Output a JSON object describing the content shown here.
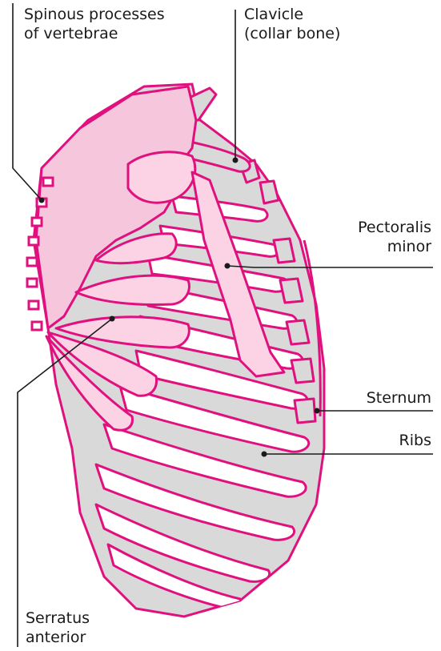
{
  "labels": {
    "spinous": {
      "line1": "Spinous processes",
      "line2": "of vertebrae"
    },
    "clavicle": {
      "line1": "Clavicle",
      "line2": "(collar bone)"
    },
    "pectoralis": {
      "line1": "Pectoralis",
      "line2": "minor"
    },
    "sternum": {
      "line1": "Sternum"
    },
    "ribs": {
      "line1": "Ribs"
    },
    "serratus": {
      "line1": "Serratus",
      "line2": "anterior"
    }
  },
  "colors": {
    "outline": "#e0117f",
    "bone": "#d9d9d9",
    "muscle_fill": "#fbd3e5",
    "scapula_fill": "#f6c6dc",
    "leader": "#1a1a1a"
  }
}
